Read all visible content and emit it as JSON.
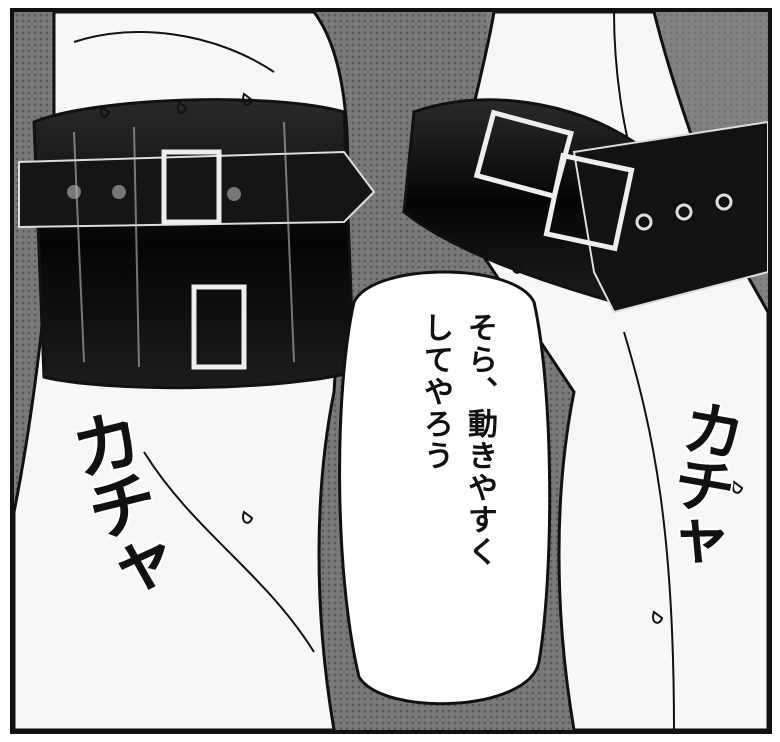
{
  "speech_bubble": {
    "column_1": "そら、動きやすく",
    "column_2": "してやろう"
  },
  "sound_effects": {
    "left": "カチャ",
    "right": "カチャ"
  },
  "colors": {
    "screentone": "#6f6f6f",
    "cuff": "#0d0d0d",
    "skin": "#f7f7f7",
    "ink": "#111111"
  }
}
